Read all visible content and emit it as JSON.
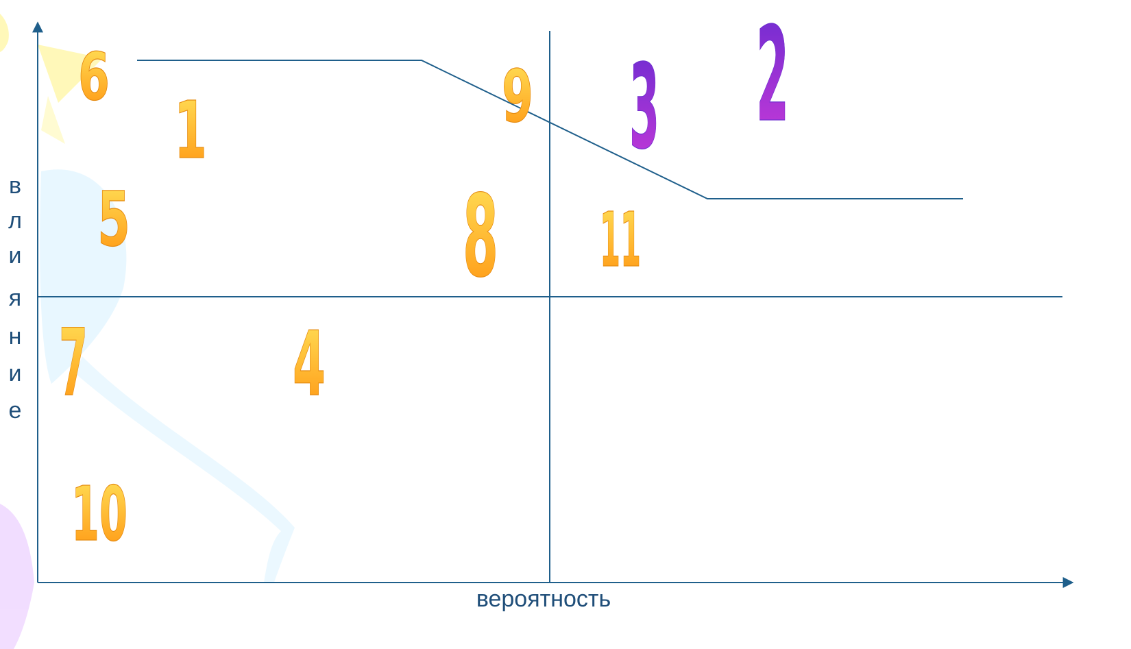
{
  "diagram": {
    "axis_labels": {
      "x": "вероятность",
      "y_letters": [
        "в",
        "л",
        "и",
        "я",
        "н",
        "и",
        "е"
      ]
    },
    "colors": {
      "line": "#1f5f8b",
      "label": "#1f4e79",
      "orange_top": "#ffe35a",
      "orange_bottom": "#ff9410",
      "purple_top": "#6a2bd0",
      "purple_bottom": "#c93ad8",
      "decor_yellow": "#fff8b6",
      "decor_blue": "#dff5ff",
      "decor_violet": "#f1dcff"
    },
    "items": [
      {
        "label": "6",
        "color": "orange"
      },
      {
        "label": "1",
        "color": "orange"
      },
      {
        "label": "9",
        "color": "orange"
      },
      {
        "label": "3",
        "color": "purple"
      },
      {
        "label": "2",
        "color": "purple"
      },
      {
        "label": "5",
        "color": "orange"
      },
      {
        "label": "8",
        "color": "orange"
      },
      {
        "label": "11",
        "color": "orange"
      },
      {
        "label": "7",
        "color": "orange"
      },
      {
        "label": "4",
        "color": "orange"
      },
      {
        "label": "10",
        "color": "orange"
      }
    ]
  }
}
